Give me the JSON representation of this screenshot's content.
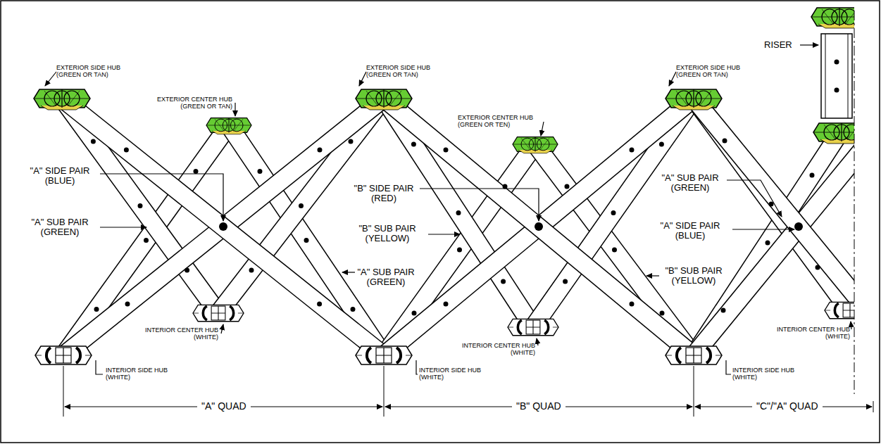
{
  "diagram": {
    "labels": [
      "RISER",
      "EXTERIOR SIDE HUB (GREEN OR TAN)",
      "EXTERIOR CENTER HUB (GREEN OR TAN)",
      "EXTERIOR SIDE HUB (GREEN OR TAN)",
      "EXTERIOR CENTER HUB (GREEN OR TEN)",
      "EXTERIOR SIDE HUB (GREEN OR TAN)",
      "\"A\" SIDE PAIR (BLUE)",
      "\"A\" SUB PAIR (GREEN)",
      "\"B\" SIDE PAIR (RED)",
      "\"B\" SUB PAIR (YELLOW)",
      "\"A\" SUB PAIR (GREEN)",
      "\"A\" SUB PAIR (GREEN)",
      "\"A\" SIDE PAIR (BLUE)",
      "\"B\" SUB PAIR (YELLOW)",
      "INTERIOR CENTER HUB (WHITE)",
      "INTERIOR CENTER HUB (WHITE)",
      "INTERIOR CENTER HUB (WHITE)",
      "INTERIOR SIDE HUB (WHITE)",
      "INTERIOR SIDE HUB (WHITE)",
      "INTERIOR SIDE HUB (WHITE)",
      "\"A\" QUAD",
      "\"B\" QUAD",
      "\"C\"/\"A\" QUAD"
    ]
  }
}
